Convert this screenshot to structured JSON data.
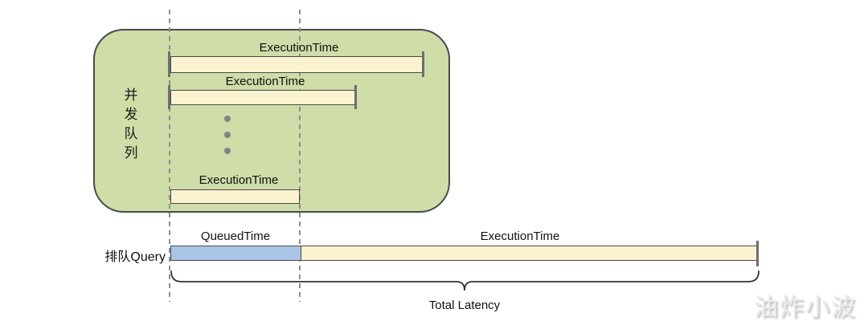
{
  "diagram": {
    "concurrent_queue": {
      "vertical_label": "并发队列",
      "bar1_label": "ExecutionTime",
      "bar2_label": "ExecutionTime",
      "bar3_label": "ExecutionTime"
    },
    "queued_row": {
      "row_label": "排队Query",
      "queued_label": "QueuedTime",
      "execution_label": "ExecutionTime"
    },
    "total_label": "Total Latency",
    "watermark": "油炸小波"
  },
  "colors": {
    "queue_box_fill": "#cfdda8",
    "execution_bar_fill": "#fbf2d0",
    "queued_bar_fill": "#a9c4e5",
    "border": "#4a4a4a",
    "dashed_line": "#8f8f8f",
    "dots": "#848484",
    "brace": "#333333",
    "text": "#111111",
    "watermark": "#ececec"
  }
}
